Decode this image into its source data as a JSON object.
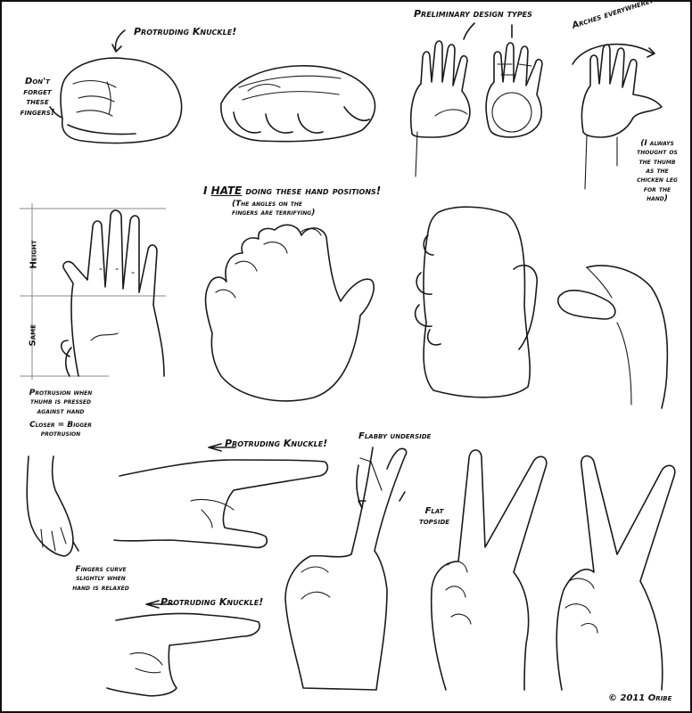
{
  "labels": {
    "protruding_knuckle_top": "Protruding Knuckle!",
    "dont_forget": "Don't\nforget\nthese\nfingers!",
    "preliminary": "Preliminary design types",
    "arches": "Arches everywhere!",
    "chicken_leg": "(I always\nthought os\nthe thumb\nas the\nchicken leg\nfor the\nhand)",
    "hate_prefix": "I ",
    "hate_word": "HATE",
    "hate_suffix": " doing these hand positions!",
    "angles_note": "(The angles on the\nfingers are terrifying)",
    "height": "Height",
    "same": "Same",
    "protrusion": "Protrusion when\nthumb is pressed\nagainst hand",
    "closer": "Closer = Bigger\nprotrusion",
    "protruding_knuckle_mid": "Protruding Knuckle!",
    "flabby": "Flabby underside",
    "flat_topside": "Flat\ntopside",
    "fingers_curve": "Fingers curve\nslightly when\nhand is relaxed",
    "protruding_knuckle_bottom": "Protruding Knuckle!",
    "copyright": "© 2011 Oribe"
  }
}
